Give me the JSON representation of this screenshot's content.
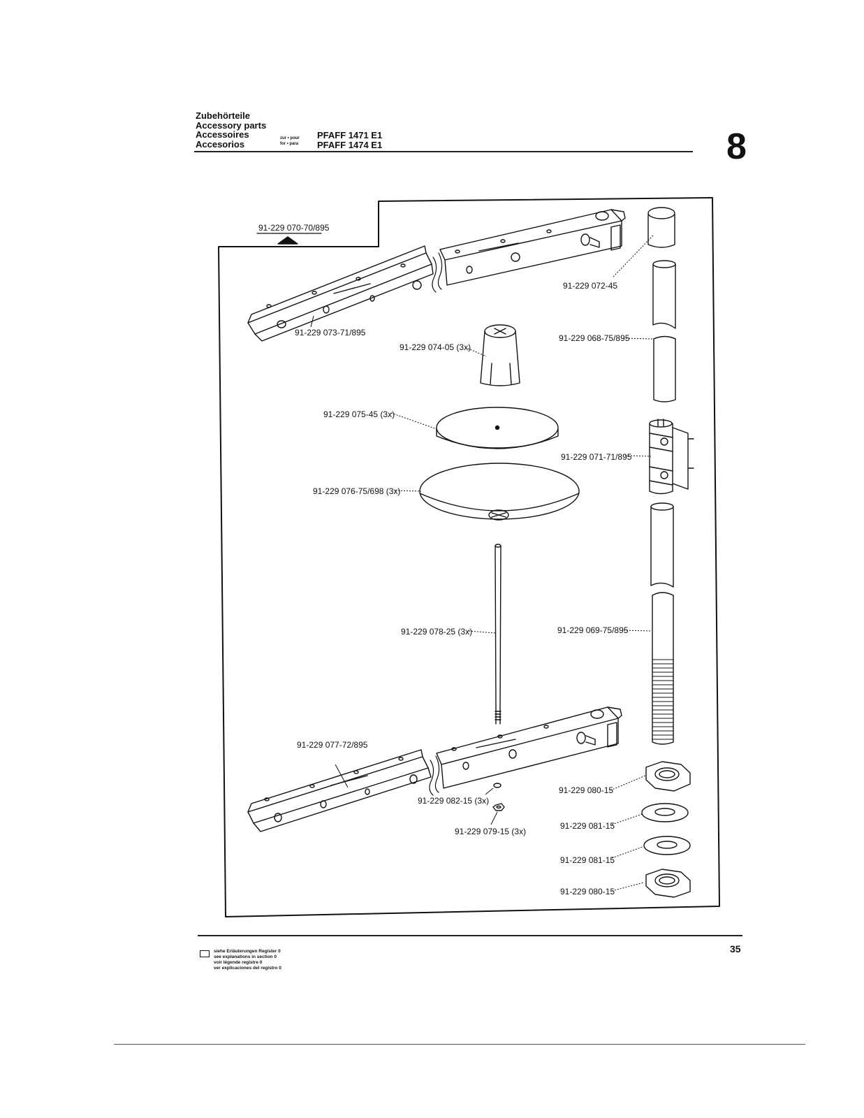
{
  "header": {
    "lines": [
      "Zubehörteile",
      "Accessory parts",
      "Accessoires",
      "Accesorios"
    ],
    "for_words": [
      "zur • pour",
      "for • para"
    ],
    "models": [
      "PFAFF 1471 E1",
      "PFAFF 1474 E1"
    ],
    "section_number": "8"
  },
  "parts": {
    "top_arm_assembly": "91-229 070-70/895",
    "cap": "91-229 072-45",
    "top_arm": "91-229 073-71/895",
    "upper_tube": "91-229 068-75/895",
    "spool_holder": "91-229 074-05 (3x)",
    "small_disc": "91-229 075-45 (3x)",
    "clamp": "91-229 071-71/895",
    "large_disc": "91-229 076-75/698 (3x)",
    "spindle": "91-229 078-25 (3x)",
    "lower_tube": "91-229 069-75/895",
    "bottom_arm": "91-229 077-72/895",
    "nut_top": "91-229 080-15",
    "washer_small": "91-229 082-15 (3x)",
    "nut_small": "91-229 079-15 (3x)",
    "washer_1": "91-229 081-15",
    "washer_2": "91-229 081-15",
    "nut_bottom": "91-229 080-15"
  },
  "footer": {
    "page_number": "35",
    "notes": [
      "siehe Erläuterungen Register 0",
      "see explanations in section 0",
      "voir légende registre 0",
      "ver explicaciones del registro 0"
    ]
  }
}
